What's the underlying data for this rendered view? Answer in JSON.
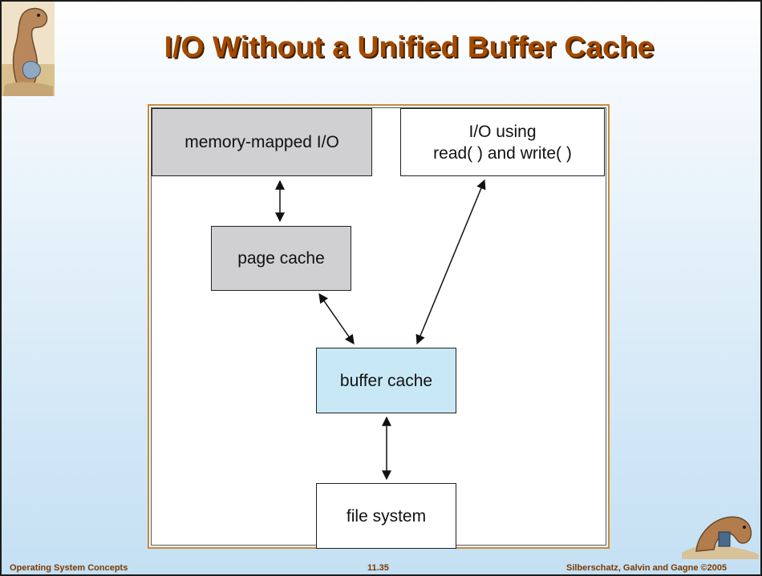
{
  "slide": {
    "title": "I/O Without a Unified Buffer Cache"
  },
  "diagram": {
    "nodes": {
      "memory_mapped_io": "memory-mapped I/O",
      "io_rw_line1": "I/O using",
      "io_rw_line2": "read( ) and write( )",
      "page_cache": "page cache",
      "buffer_cache": "buffer cache",
      "file_system": "file system"
    },
    "edges": [
      {
        "from": "memory-mapped I/O",
        "to": "page cache",
        "type": "bidirectional"
      },
      {
        "from": "page cache",
        "to": "buffer cache",
        "type": "bidirectional"
      },
      {
        "from": "I/O using read( ) and write( )",
        "to": "buffer cache",
        "type": "bidirectional"
      },
      {
        "from": "buffer cache",
        "to": "file system",
        "type": "bidirectional"
      }
    ],
    "colors": {
      "gray_box": "#d0d0d3",
      "buffer_box": "#c8e8f6",
      "title": "#a64a00",
      "frame": "#c98a3c"
    }
  },
  "footer": {
    "left": "Operating System Concepts",
    "center": "11.35",
    "right": "Silberschatz, Galvin and Gagne ©2005"
  },
  "decorations": {
    "top_left_logo": "dinosaur-icon",
    "bottom_right_logo": "dinosaur-icon"
  }
}
